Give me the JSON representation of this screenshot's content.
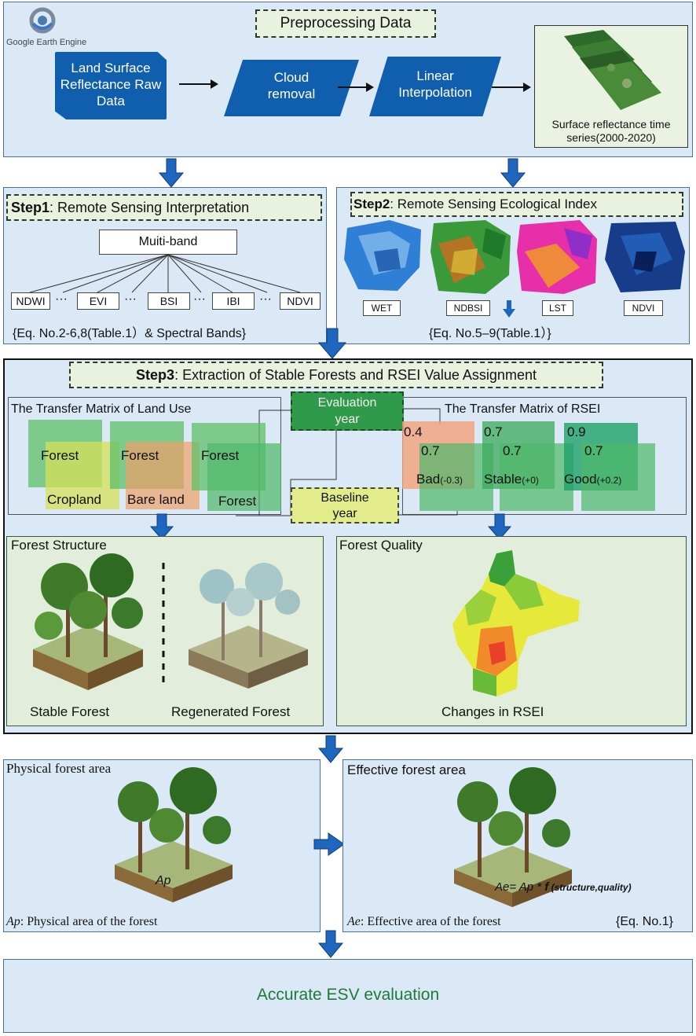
{
  "colors": {
    "panel_bg": "#dbe9f6",
    "blue_shape": "#0f5fae",
    "arrow_blue": "#1f66bf",
    "title_bg": "#e8f2df",
    "esv_text": "#1f7a3a"
  },
  "logo": {
    "text": "Google Earth Engine",
    "icon": "gear-icon"
  },
  "preprocess": {
    "title": "Preprocessing Data",
    "raw": "Land Surface Reflectance Raw Data",
    "cloud": "Cloud removal",
    "interp": "Linear Interpolation",
    "series": "Surface reflectance time series(2000-2020)"
  },
  "step1": {
    "title_bold": "Step1",
    "title_rest": ": Remote Sensing Interpretation",
    "root": "Muiti-band",
    "leaves": [
      "NDWI",
      "EVI",
      "BSI",
      "IBI",
      "NDVI"
    ],
    "dots": "···",
    "eq": "{Eq. No.2-6,8(Table.1）& Spectral Bands}"
  },
  "step2": {
    "title_bold": "Step2",
    "title_rest": ": Remote Sensing Ecological Index",
    "maps": [
      "WET",
      "NDBSI",
      "LST",
      "NDVI"
    ],
    "eq": "{Eq. No.5–9(Table.1）}"
  },
  "step3": {
    "title_bold": "Step3",
    "title_rest": ": Extraction of Stable Forests and RSEI Value Assignment",
    "landuse_title": "The Transfer Matrix of Land Use",
    "rsei_title": "The Transfer Matrix of RSEI",
    "eval_year": "Evaluation year",
    "base_year": "Baseline year",
    "lu_top": [
      "Forest",
      "Forest",
      "Forest"
    ],
    "lu_bottom": [
      "Cropland",
      "Bare land",
      "Forest"
    ],
    "rsei_top": [
      "0.4",
      "0.7",
      "0.9"
    ],
    "rsei_bottom": [
      "0.7",
      "0.7",
      "0.7"
    ],
    "rsei_names": [
      "Bad",
      "Stable",
      "Good"
    ],
    "rsei_adj": [
      "(-0.3)",
      "(+0)",
      "(+0.2)"
    ],
    "structure_title": "Forest Structure",
    "stable_forest": "Stable Forest",
    "regen_forest": "Regenerated Forest",
    "quality_title": "Forest Quality",
    "changes": "Changes in RSEI"
  },
  "bottom": {
    "phys_title_a": "Physical",
    "phys_title_b": " forest area",
    "ap": "Ap",
    "phys_caption_rest": ": Physical area of the forest",
    "eff_title": "Effective forest area",
    "formula_a": "Ae= Ap * ",
    "formula_f": "f",
    "formula_args": " (structure,quality)",
    "ae": "Ae",
    "eff_caption_rest": ": Effective area of the forest",
    "eq": "{Eq. No.1}"
  },
  "esv": "Accurate ESV evaluation"
}
